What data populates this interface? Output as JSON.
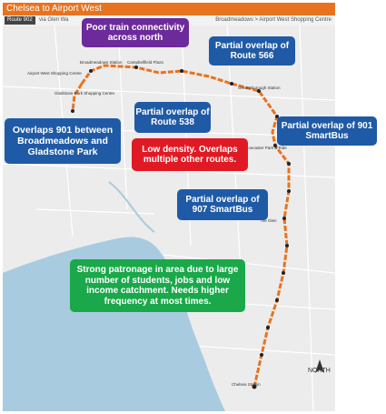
{
  "header": {
    "title": "Chelsea to Airport West"
  },
  "subheader": {
    "route": "Route 902",
    "via": "via Glen Wa",
    "destination": "Broadmeadows > Airport West Shopping Centre"
  },
  "callouts": {
    "poor_train": "Poor train connectivity across north",
    "route_566": "Partial overlap of Route 566",
    "route_538": "Partial overlap of Route 538",
    "smartbus_901": "Partial overlap of 901 SmartBus",
    "overlaps_901": "Overlaps 901 between Broadmeadows and Gladstone Park",
    "low_density": "Low density. Overlaps multiple other routes.",
    "smartbus_907": "Partial overlap of 907 SmartBus",
    "strong_patronage": "Strong patronage in area due to large number of students, jobs and low income catchment. Needs higher frequency at most times."
  },
  "map_labels": {
    "north": "NORTH",
    "broadmeadows": "Broadmeadows Station",
    "campbellfield": "Campbellfield Plaza",
    "gladstone": "Gladstone Park Shopping Centre",
    "airport_west": "Airport West Shopping Centre",
    "greensborough": "Greensborough Station",
    "doncaster": "Doncaster Park & Ride",
    "box_hill": "The Glen",
    "chelsea": "Chelsea Station"
  },
  "colors": {
    "route": "#e8731f",
    "header": "#e8731f",
    "callout_blue": "#1f5aa6",
    "callout_red": "#e01a24",
    "callout_green": "#1aa84a",
    "callout_purple": "#6c2a9a",
    "water": "#a8cbe0",
    "land": "#efefef"
  }
}
